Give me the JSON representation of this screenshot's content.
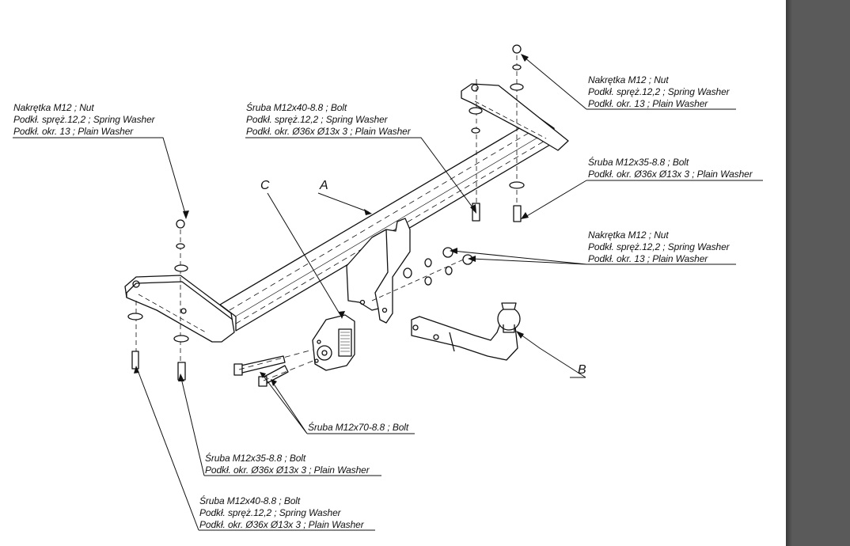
{
  "labels": {
    "nut_left": [
      "Nakrętka  M12 ; Nut",
      "Podkł. spręż.12,2 ; Spring Washer",
      "Podkł. okr. 13 ; Plain Washer"
    ],
    "bolt_top": [
      "Śruba M12x40-8.8 ;  Bolt",
      "Podkł. spręż.12,2 ; Spring Washer",
      "Podkł. okr.  Ø36x Ø13x 3 ; Plain Washer"
    ],
    "nut_top_right": [
      "Nakrętka  M12 ; Nut",
      "Podkł. spręż.12,2 ; Spring Washer",
      "Podkł. okr. 13 ; Plain Washer"
    ],
    "bolt_right": [
      "Śruba M12x35-8.8 ;  Bolt",
      "Podkł. okr.  Ø36x Ø13x 3 ; Plain Washer"
    ],
    "nut_mid_right": [
      "Nakrętka  M12 ; Nut",
      "Podkł. spręż.12,2 ; Spring Washer",
      "Podkł. okr. 13 ; Plain Washer"
    ],
    "bolt_m12x70": [
      "Śruba M12x70-8.8 ;  Bolt"
    ],
    "bolt_bottom_1": [
      "Śruba M12x35-8.8 ;  Bolt",
      "Podkł. okr.  Ø36x Ø13x 3 ; Plain Washer"
    ],
    "bolt_bottom_2": [
      "Śruba M12x40-8.8 ;  Bolt",
      "Podkł. spręż.12,2 ; Spring Washer",
      "Podkł. okr.  Ø36x Ø13x 3 ; Plain Washer"
    ]
  },
  "letters": {
    "a": "A",
    "b": "B",
    "c": "C"
  }
}
